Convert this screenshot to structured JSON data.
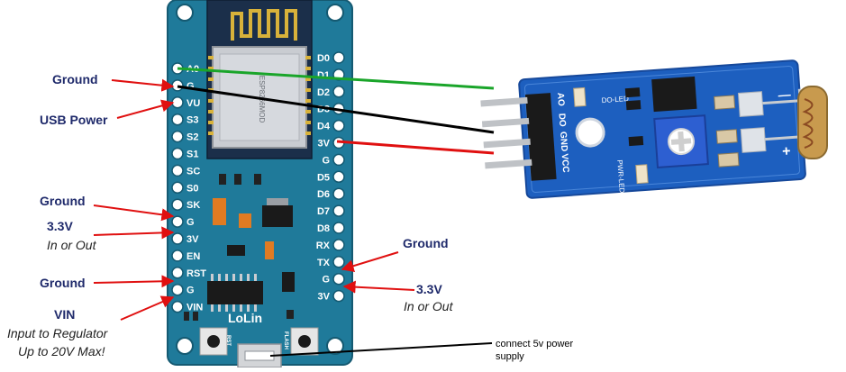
{
  "board": {
    "module_id": "ESP8266MOD",
    "brand": "LoLin",
    "button_rst": "RST",
    "button_flash": "FLASH",
    "left_pins": [
      "A0",
      "G",
      "VU",
      "S3",
      "S2",
      "S1",
      "SC",
      "S0",
      "SK",
      "G",
      "3V",
      "EN",
      "RST",
      "G",
      "VIN"
    ],
    "right_pins": [
      "D0",
      "D1",
      "D2",
      "D3",
      "D4",
      "3V",
      "G",
      "D5",
      "D6",
      "D7",
      "D8",
      "RX",
      "TX",
      "G",
      "3V"
    ]
  },
  "sensor": {
    "pins": [
      "AO",
      "DO",
      "GND",
      "VCC"
    ],
    "led_do": "DO-LED",
    "led_pwr": "PWR-LED",
    "plus": "+",
    "minus": "—"
  },
  "annotations": {
    "ground_1": "Ground",
    "usb_power": "USB Power",
    "ground_2": "Ground",
    "v33_left": "3.3V",
    "in_or_out_left": "In or Out",
    "ground_3": "Ground",
    "vin": "VIN",
    "vin_desc_1": "Input to Regulator",
    "vin_desc_2": "Up to 20V Max!",
    "ground_right": "Ground",
    "v33_right": "3.3V",
    "in_or_out_right": "In or Out",
    "power_note": "connect 5v power supply"
  },
  "colors": {
    "board": "#1f7a9a",
    "wire_ao": "#1aa52a",
    "wire_gnd": "#000000",
    "wire_vcc": "#e01010",
    "arrow": "#e01010",
    "label": "#1f2a6b"
  }
}
